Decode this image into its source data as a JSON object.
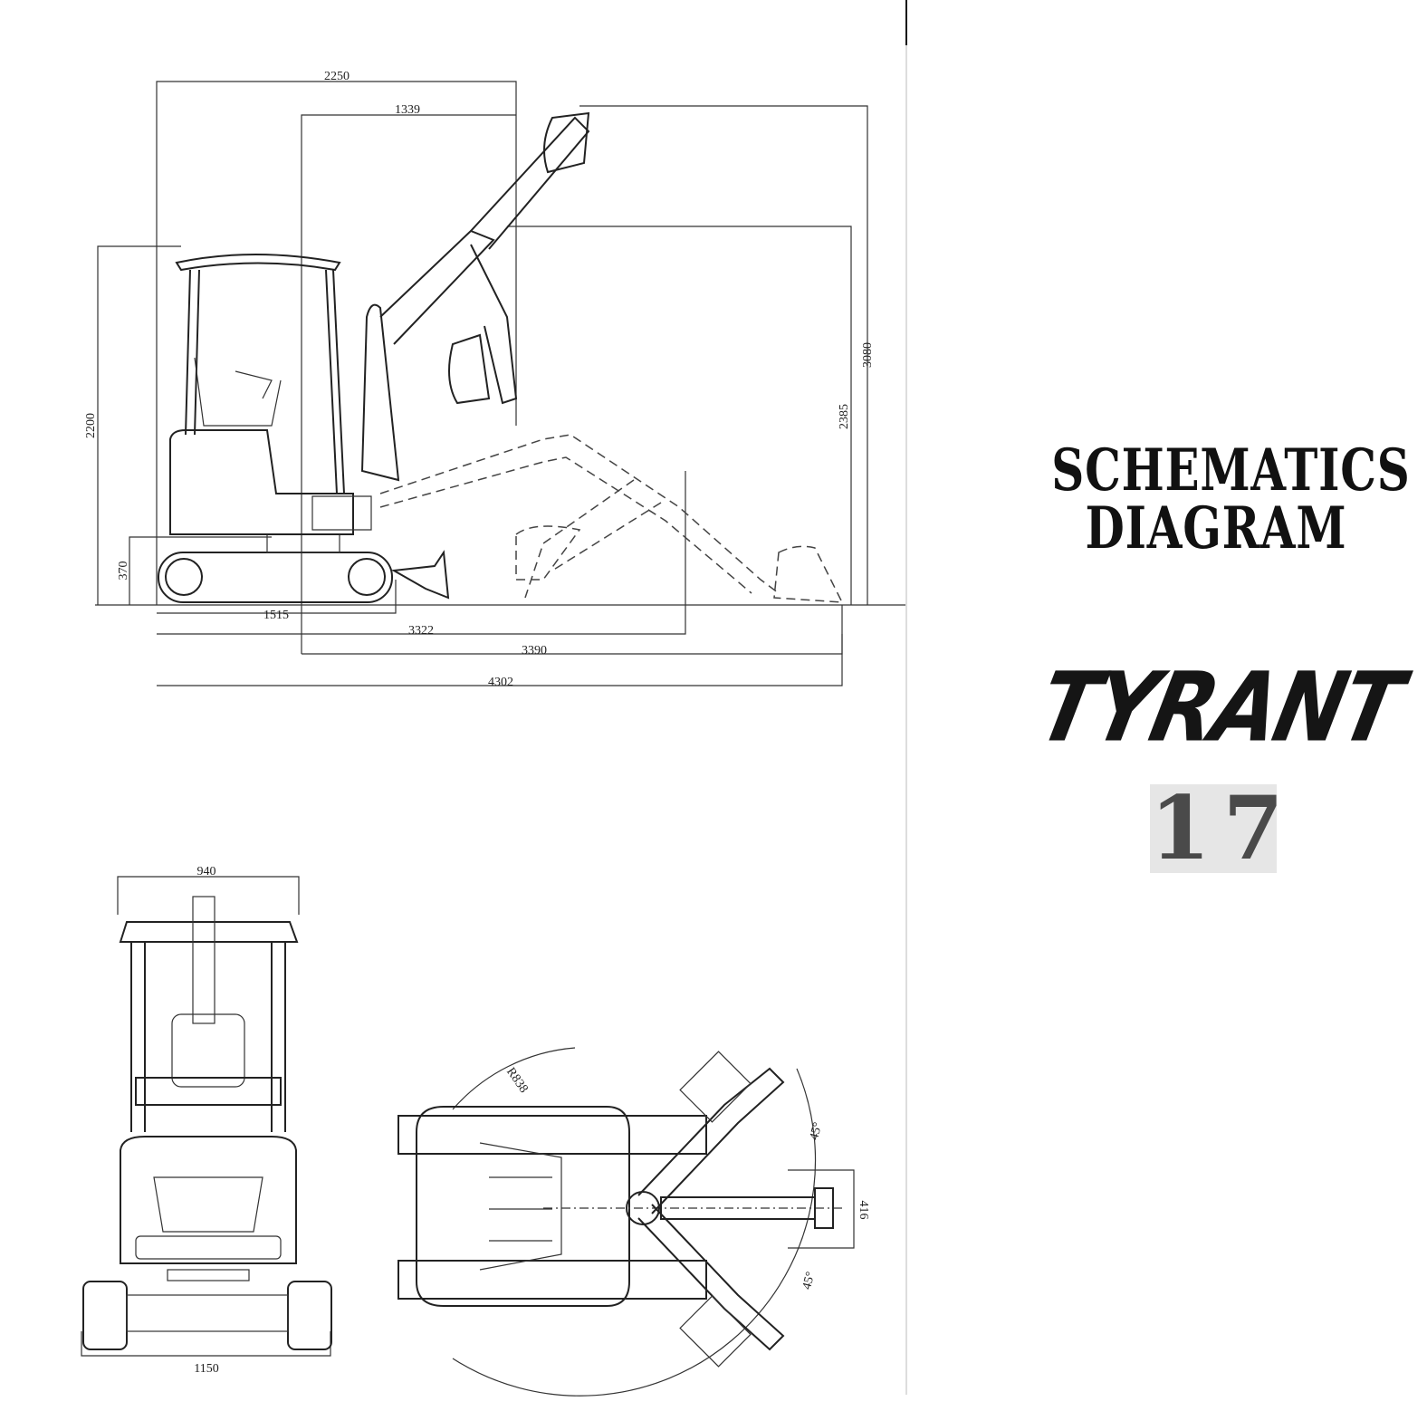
{
  "title": {
    "line1": "SCHEMATICS",
    "line2": "DIAGRAM"
  },
  "brand": {
    "name": "TYRANT",
    "model": "17"
  },
  "side_view": {
    "dims": {
      "top_overall": "2250",
      "top_inner": "1339",
      "max_height": "3080",
      "dump_height": "2385",
      "cab_height": "2200",
      "blade_height": "370",
      "track_length": "1515",
      "reach_ground": "3322",
      "dig_reach": "3390",
      "overall_length": "4302"
    }
  },
  "front_view": {
    "dims": {
      "canopy_width": "940",
      "track_width": "1150"
    }
  },
  "top_view": {
    "dims": {
      "swing_radius": "R838",
      "boom_swing_left": "45°",
      "boom_swing_right": "45°",
      "bucket_width": "416"
    }
  }
}
